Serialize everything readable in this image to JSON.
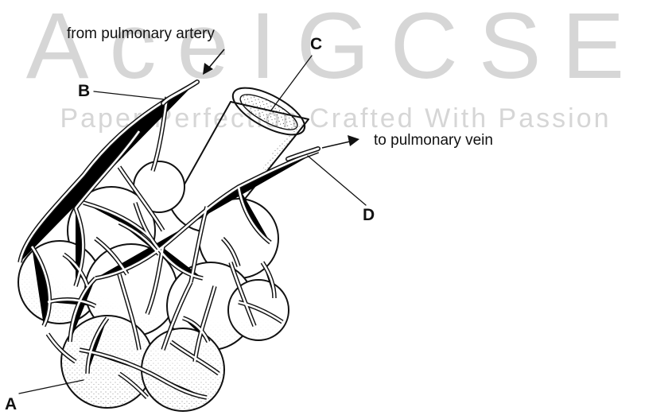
{
  "watermark": {
    "main": "AceIGCSE",
    "tagline": "Paper Perfection,Crafted With Passion"
  },
  "labels": {
    "A": "A",
    "B": "B",
    "C": "C",
    "D": "D"
  },
  "annotations": {
    "artery": "from pulmonary artery",
    "vein": "to pulmonary vein"
  },
  "colors": {
    "ink": "#111111",
    "watermark": "#d6d6d6",
    "background": "#ffffff"
  }
}
